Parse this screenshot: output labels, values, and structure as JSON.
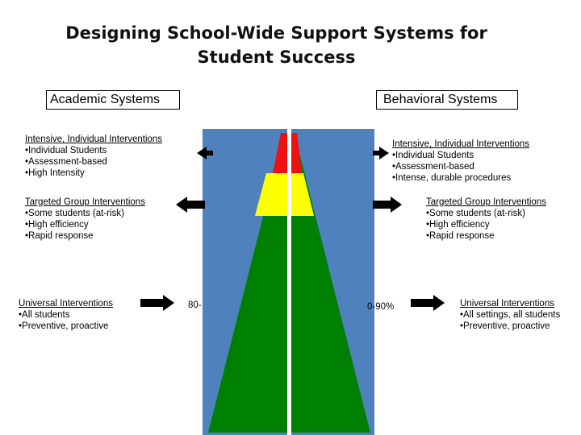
{
  "title": "Designing School-Wide Support Systems for Student Success",
  "academic": {
    "header": "Academic Systems",
    "tiers": [
      {
        "heading": "Intensive, Individual Interventions",
        "bullets": [
          "•Individual Students",
          "•Assessment-based",
          "•High Intensity"
        ]
      },
      {
        "heading": "Targeted Group Interventions",
        "bullets": [
          "•Some students (at-risk)",
          "•High efficiency",
          "•Rapid response"
        ]
      },
      {
        "heading": "Universal Interventions",
        "bullets": [
          "•All students",
          "•Preventive,  proactive"
        ]
      }
    ],
    "percent_visible": "80-"
  },
  "behavioral": {
    "header": "Behavioral Systems",
    "tiers": [
      {
        "heading": "Intensive, Individual Interventions",
        "bullets": [
          "•Individual Students",
          "•Assessment-based",
          "•Intense, durable procedures"
        ]
      },
      {
        "heading": "Targeted Group Interventions",
        "bullets": [
          "•Some students (at-risk)",
          "•High efficiency",
          "•Rapid response"
        ]
      },
      {
        "heading": "Universal Interventions",
        "bullets": [
          "•All settings, all students",
          "•Preventive,  proactive"
        ]
      }
    ],
    "percent_visible": "0-90%"
  },
  "colors": {
    "background_panel": "#4f81bd",
    "tier_intensive": "#ee1111",
    "tier_targeted": "#ffff00",
    "tier_universal": "#008000",
    "arrow": "#000000"
  }
}
